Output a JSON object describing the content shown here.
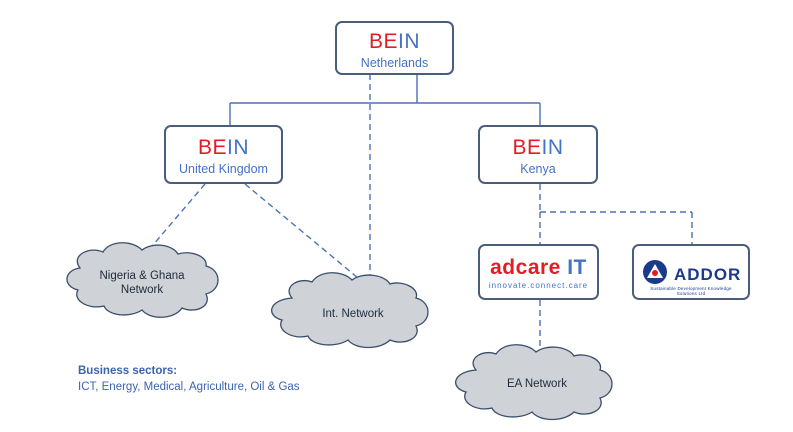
{
  "nodes": {
    "netherlands": {
      "brand_be": "BE",
      "brand_in": "IN",
      "location": "Netherlands"
    },
    "uk": {
      "brand_be": "BE",
      "brand_in": "IN",
      "location": "United Kingdom"
    },
    "kenya": {
      "brand_be": "BE",
      "brand_in": "IN",
      "location": "Kenya"
    },
    "adcare": {
      "part_ad": "ad",
      "part_care": "care",
      "part_it": "IT",
      "tagline": "innovate.connect.care"
    },
    "addor": {
      "name": "ADDOR",
      "tagline": "Sustainable Development Knowledge Solutions Ltd"
    }
  },
  "clouds": {
    "nigeria_ghana": "Nigeria & Ghana\nNetwork",
    "int_network": "Int. Network",
    "ea_network": "EA Network"
  },
  "sectors": {
    "title": "Business sectors:",
    "list": "ICT, Energy, Medical, Agriculture, Oil & Gas"
  },
  "colors": {
    "brand_red": "#e11e26",
    "brand_blue": "#4472c4",
    "line": "#4a72b8",
    "box_border": "#4a5e7c",
    "cloud_fill": "#cfd2d6",
    "cloud_stroke": "#3b4f6b"
  }
}
